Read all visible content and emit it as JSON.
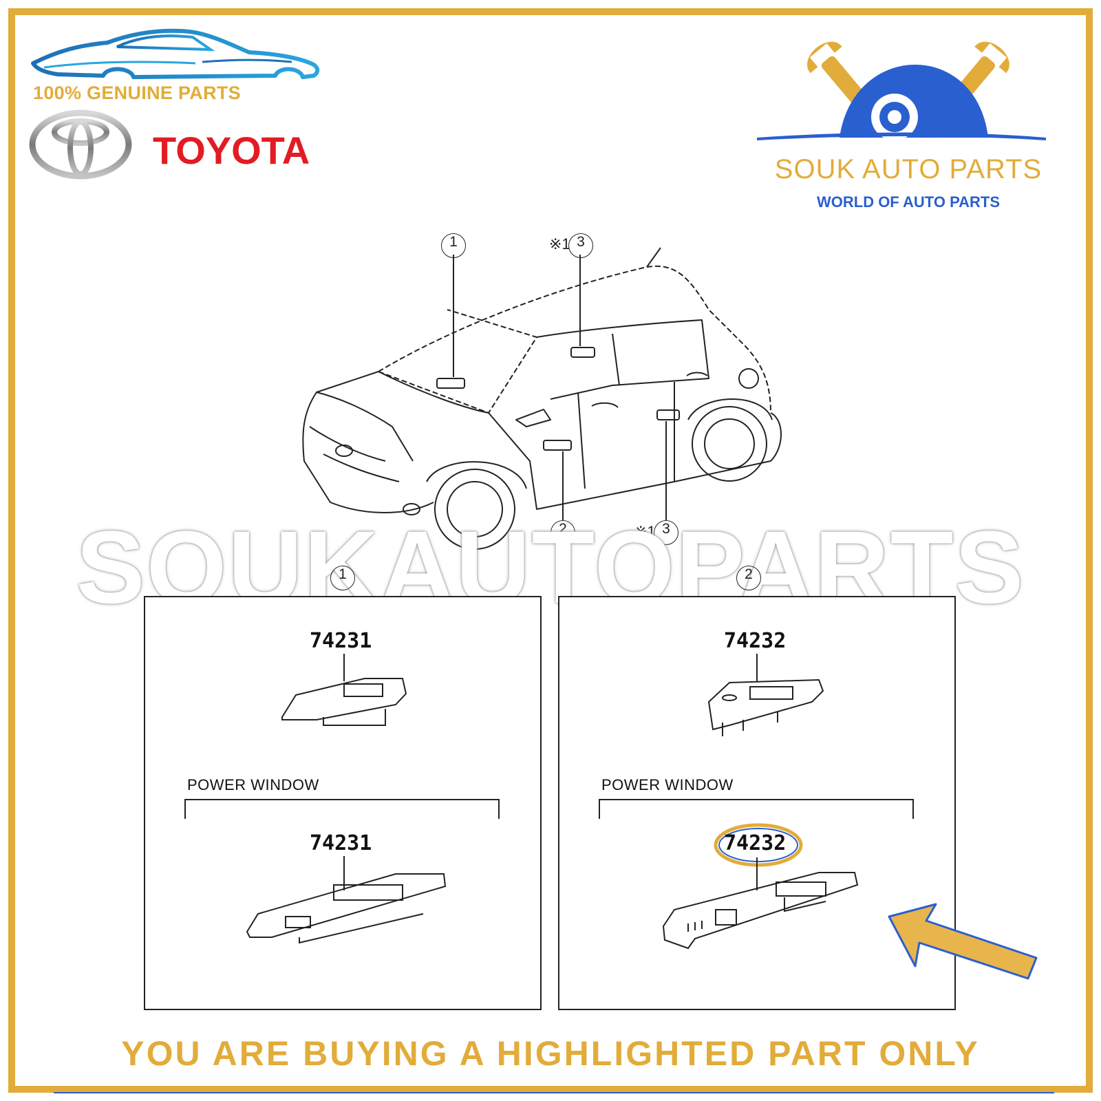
{
  "header": {
    "genuine_label": "100% GENUINE PARTS",
    "brand_name": "TOYOTA",
    "seller_name": "SOUK AUTO PARTS",
    "seller_tagline": "WORLD OF AUTO PARTS"
  },
  "watermark": "SOUKAUTOPARTS",
  "diagram": {
    "callouts": {
      "c1": "1",
      "c2": "2",
      "c3": "3",
      "mark": "※1"
    },
    "panels": [
      {
        "id": "1",
        "part_number_top": "74231",
        "section_label": "POWER  WINDOW",
        "part_number_bottom": "74231"
      },
      {
        "id": "2",
        "part_number_top": "74232",
        "section_label": "POWER  WINDOW",
        "part_number_bottom": "74232",
        "highlighted": true
      }
    ]
  },
  "footer": {
    "notice": "YOU ARE BUYING A HIGHLIGHTED PART ONLY"
  },
  "colors": {
    "frame": "#e2ac3a",
    "brand_red": "#e31b23",
    "seller_blue": "#2a5fcf",
    "highlight_ring": "#2a5fcf",
    "arrow_fill": "#e8b54d"
  }
}
